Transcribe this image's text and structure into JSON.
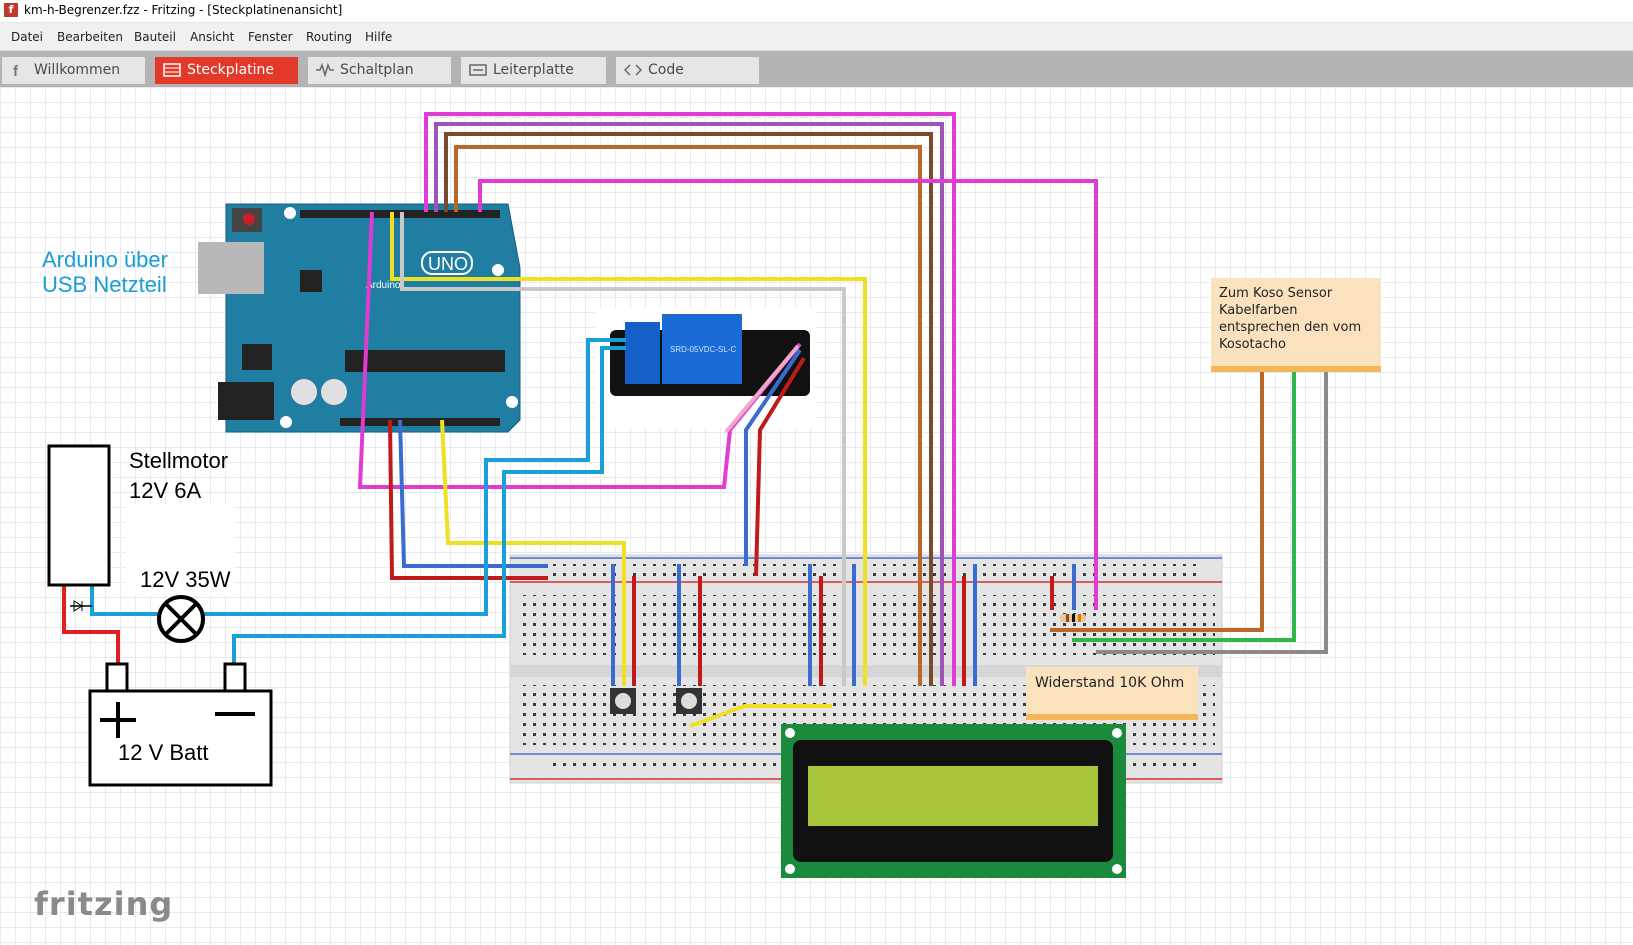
{
  "window": {
    "title": "km-h-Begrenzer.fzz - Fritzing - [Steckplatinenansicht]"
  },
  "menu": [
    "Datei",
    "Bearbeiten",
    "Bauteil",
    "Ansicht",
    "Fenster",
    "Routing",
    "Hilfe"
  ],
  "tabs": [
    {
      "label": "Willkommen",
      "icon": "fritzing-f-icon",
      "active": false
    },
    {
      "label": "Steckplatine",
      "icon": "breadboard-icon",
      "active": true
    },
    {
      "label": "Schaltplan",
      "icon": "schematic-icon",
      "active": false
    },
    {
      "label": "Leiterplatte",
      "icon": "pcb-icon",
      "active": false
    },
    {
      "label": "Code",
      "icon": "code-icon",
      "active": false
    }
  ],
  "canvas": {
    "arduino_label": "Arduino über\nUSB Netzteil",
    "motor_label": "Stellmotor\n12V 6A",
    "lamp_label": "12V 35W",
    "battery_label": "12 V Batt",
    "note_sensor": "Zum Koso Sensor Kabelfarben entsprechen den vom Kosotacho",
    "note_resistor": "Widerstand 10K Ohm",
    "arduino_board_text": "UNO",
    "arduino_brand": "Arduino",
    "relay_text": "SRD-05VDC-SL-C",
    "logo": "fritzing"
  },
  "colors": {
    "accent_tab": "#e2392a",
    "arduino_blue": "#1f7ea1",
    "wire_magenta": "#e03cd4",
    "wire_brown": "#b8692a",
    "wire_yellow": "#f0e024",
    "wire_blue": "#1aa0d8",
    "wire_red": "#c01a1a",
    "wire_green": "#2cb84a",
    "wire_gray": "#8a8a8a",
    "lcd_green": "#a8c43a"
  }
}
